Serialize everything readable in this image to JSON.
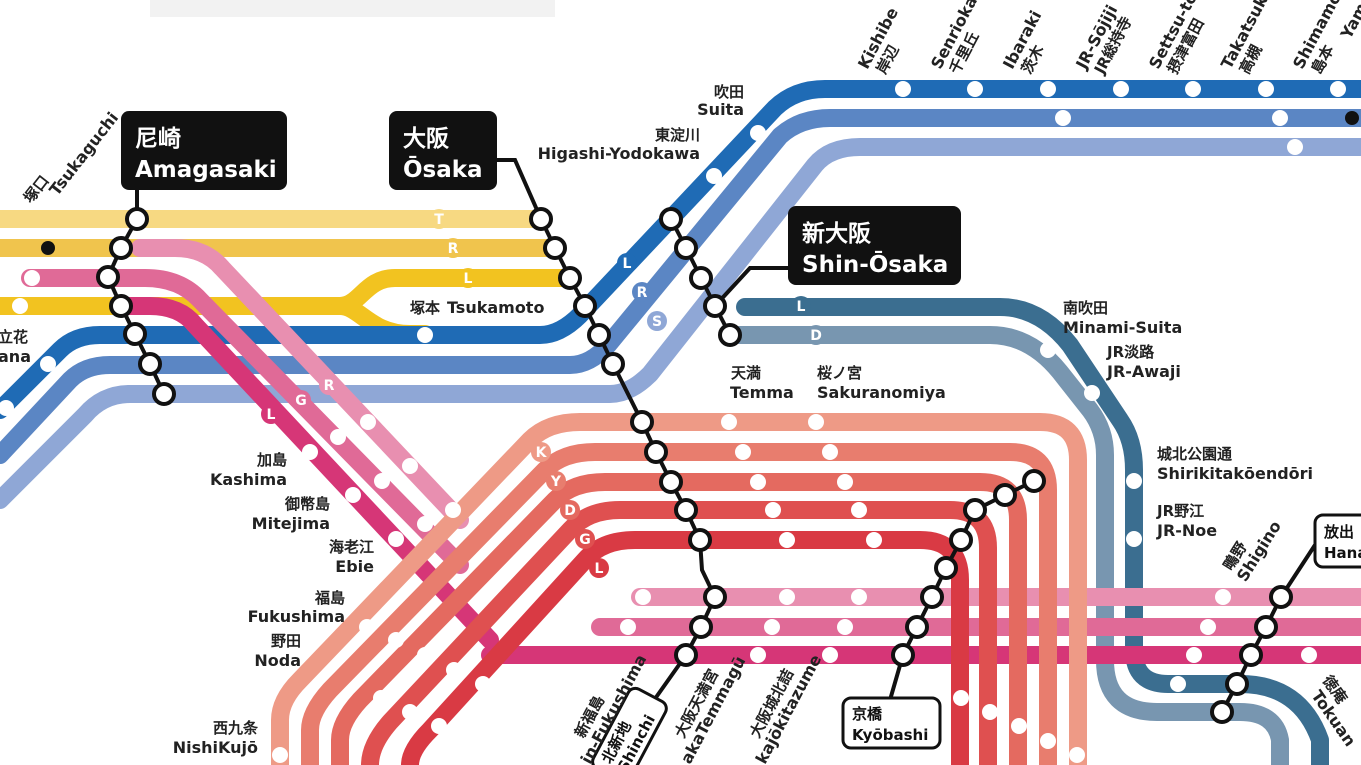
{
  "colors": {
    "tozai_yellow_light": "#f7d982",
    "tozai_yellow": "#f0c44d",
    "loop_yellow": "#f2c320",
    "pink_light": "#e88fb0",
    "pink_mid": "#e06a97",
    "magenta": "#d63677",
    "blue_dark": "#1f6bb5",
    "blue_mid": "#5b86c4",
    "blue_light": "#8fa7d6",
    "teal_dark": "#3b6e90",
    "teal_light": "#7896b0",
    "salmon_light": "#ee9a86",
    "salmon": "#e87d6e",
    "coral": "#e46a60",
    "red_mid": "#df5050",
    "red": "#d93a44",
    "black": "#111111"
  },
  "badges": {
    "amagasaki": {
      "jp": "尼崎",
      "en": "Amagasaki"
    },
    "osaka": {
      "jp": "大阪",
      "en": "Ōsaka"
    },
    "shin_osaka": {
      "jp": "新大阪",
      "en": "Shin-Ōsaka"
    },
    "kyobashi": {
      "jp": "京橋",
      "en": "Kyōbashi"
    },
    "shinchi": {
      "jp": "北新地",
      "en": "Shinchi"
    },
    "hanaten": {
      "jp": "放出",
      "en": "Hana"
    }
  },
  "line_letters": {
    "tozai": [
      "T",
      "R",
      "L"
    ],
    "kyoto": [
      "L",
      "R",
      "S"
    ],
    "osaka_higashi": [
      "L",
      "D"
    ],
    "kobe": [
      "R",
      "G",
      "L"
    ],
    "loop": [
      "K",
      "Y",
      "D",
      "G",
      "L"
    ]
  },
  "stations": {
    "tsukaguchi": {
      "jp": "塚口",
      "en": "Tsukaguchi"
    },
    "tachibana": {
      "jp": "立花",
      "en": "ana"
    },
    "tsukamoto": {
      "jp": "塚本",
      "en": "Tsukamoto"
    },
    "suita": {
      "jp": "吹田",
      "en": "Suita"
    },
    "higashi_yodogawa": {
      "jp": "東淀川",
      "en": "Higashi-Yodokawa"
    },
    "kishibe": {
      "jp": "岸辺",
      "en": "Kishibe"
    },
    "senrioka": {
      "jp": "千里丘",
      "en": "Senrioka"
    },
    "ibaraki": {
      "jp": "茨木",
      "en": "Ibaraki"
    },
    "jr_soji": {
      "jp": "JR総持寺",
      "en": "JR-Sōjiji"
    },
    "settsu_tonda": {
      "jp": "摂津富田",
      "en": "Settsu-tonda"
    },
    "takatsuki": {
      "jp": "高槻",
      "en": "Takatsuki"
    },
    "shimamoto": {
      "jp": "島本",
      "en": "Shimamoto"
    },
    "yamazaki": {
      "jp": "",
      "en": "Yam"
    },
    "minami_suita": {
      "jp": "南吹田",
      "en": "Minami-Suita"
    },
    "jr_awaji": {
      "jp": "JR淡路",
      "en": "JR-Awaji"
    },
    "shirikita": {
      "jp": "城北公園通",
      "en": "Shirikitakōendōri"
    },
    "jr_noe": {
      "jp": "JR野江",
      "en": "JR-Noe"
    },
    "shigino": {
      "jp": "鴫野",
      "en": "Shigino"
    },
    "tokuan": {
      "jp": "徳庵",
      "en": "Tokuan"
    },
    "temma": {
      "jp": "天満",
      "en": "Temma"
    },
    "sakuranomiya": {
      "jp": "桜ノ宮",
      "en": "Sakuranomiya"
    },
    "kashima": {
      "jp": "加島",
      "en": "Kashima"
    },
    "mitejima": {
      "jp": "御幣島",
      "en": "Mitejima"
    },
    "ebie": {
      "jp": "海老江",
      "en": "Ebie"
    },
    "fukushima": {
      "jp": "福島",
      "en": "Fukushima"
    },
    "noda": {
      "jp": "野田",
      "en": "Noda"
    },
    "nishikujo": {
      "jp": "西九条",
      "en": "NishiKujō"
    },
    "shin_fukushima": {
      "jp": "新福島",
      "en": "in-Fukushima"
    },
    "osaka_temmangu": {
      "jp": "大阪天満宮",
      "en": "akaTemmagū"
    },
    "osaka_jokitazume": {
      "jp": "大阪城北詰",
      "en": "kajōkitazume"
    }
  }
}
